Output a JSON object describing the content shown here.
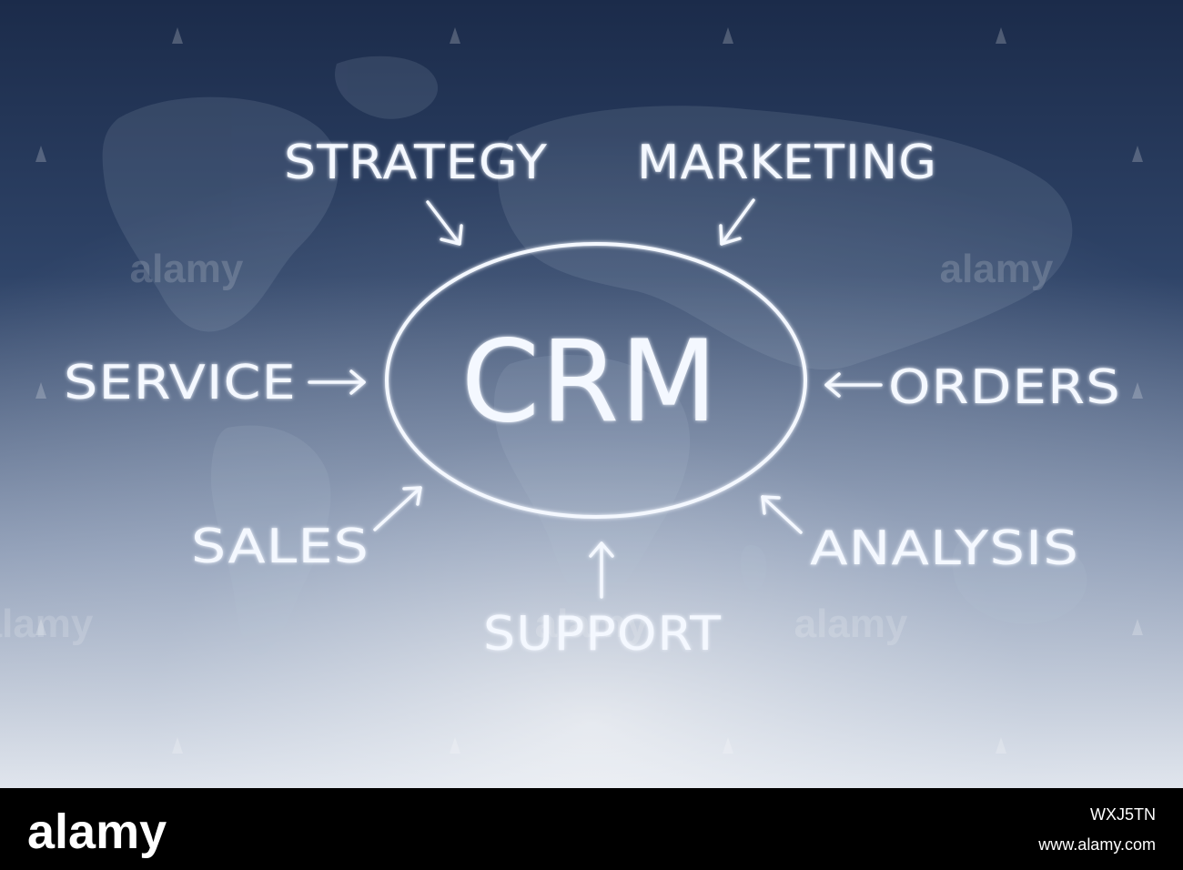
{
  "diagram": {
    "center": "CRM",
    "nodes": [
      {
        "id": "strategy",
        "label": "STRATEGY"
      },
      {
        "id": "marketing",
        "label": "MARKETING"
      },
      {
        "id": "service",
        "label": "SERVICE"
      },
      {
        "id": "orders",
        "label": "ORDERS"
      },
      {
        "id": "sales",
        "label": "SALES"
      },
      {
        "id": "analysis",
        "label": "ANALYSIS"
      },
      {
        "id": "support",
        "label": "SUPPORT"
      }
    ]
  },
  "watermark": {
    "text": "alamy",
    "bottom_logo": "alamy",
    "image_id": "WXJ5TN",
    "url": "www.alamy.com"
  },
  "colors": {
    "sky_top": "#1c2d4c",
    "sky_bottom": "#dde3ec",
    "chalk": "#f4f8ff",
    "bar": "#000000"
  }
}
